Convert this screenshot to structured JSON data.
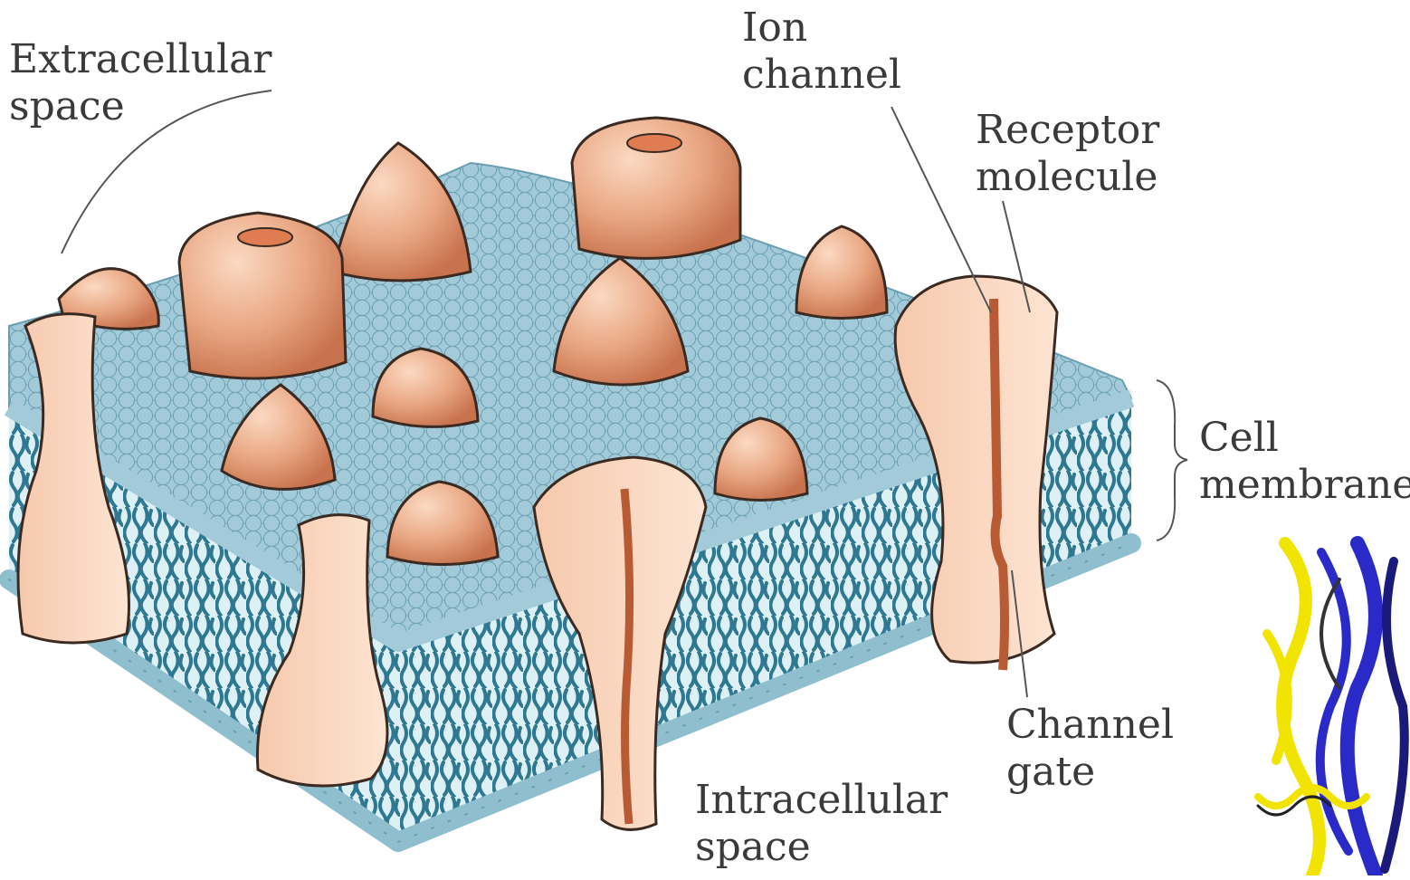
{
  "labels": {
    "extracellular": [
      "Extracellular",
      "space"
    ],
    "ion_channel": [
      "Ion",
      "channel"
    ],
    "receptor": [
      "Receptor",
      "molecule"
    ],
    "cell_membrane": [
      "Cell",
      "membrane"
    ],
    "channel_gate": [
      "Channel",
      "gate"
    ],
    "intracellular": [
      "Intracellular",
      "space"
    ]
  },
  "colors": {
    "bead_fill": "#9cc6d4",
    "bead_stroke": "#6a9fb2",
    "tail": "#2f7891",
    "membrane_core": "#dcf0f6",
    "protein_light": "#f8d4bc",
    "protein_dark": "#d58a67",
    "protein_outline": "#3b2a22",
    "ribbon_blue": "#2a2ac8",
    "ribbon_yellow": "#f0e400",
    "text": "#3a3a3a"
  }
}
